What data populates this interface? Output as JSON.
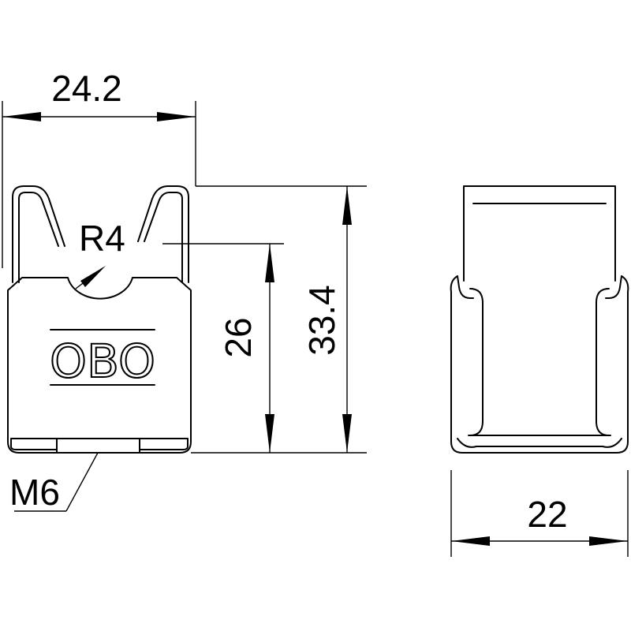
{
  "dimensions": {
    "width_top": "24.2",
    "radius": "R4",
    "height_inner": "26",
    "height_total": "33.4",
    "thread": "M6",
    "width_side": "22"
  },
  "logo": "OBO"
}
